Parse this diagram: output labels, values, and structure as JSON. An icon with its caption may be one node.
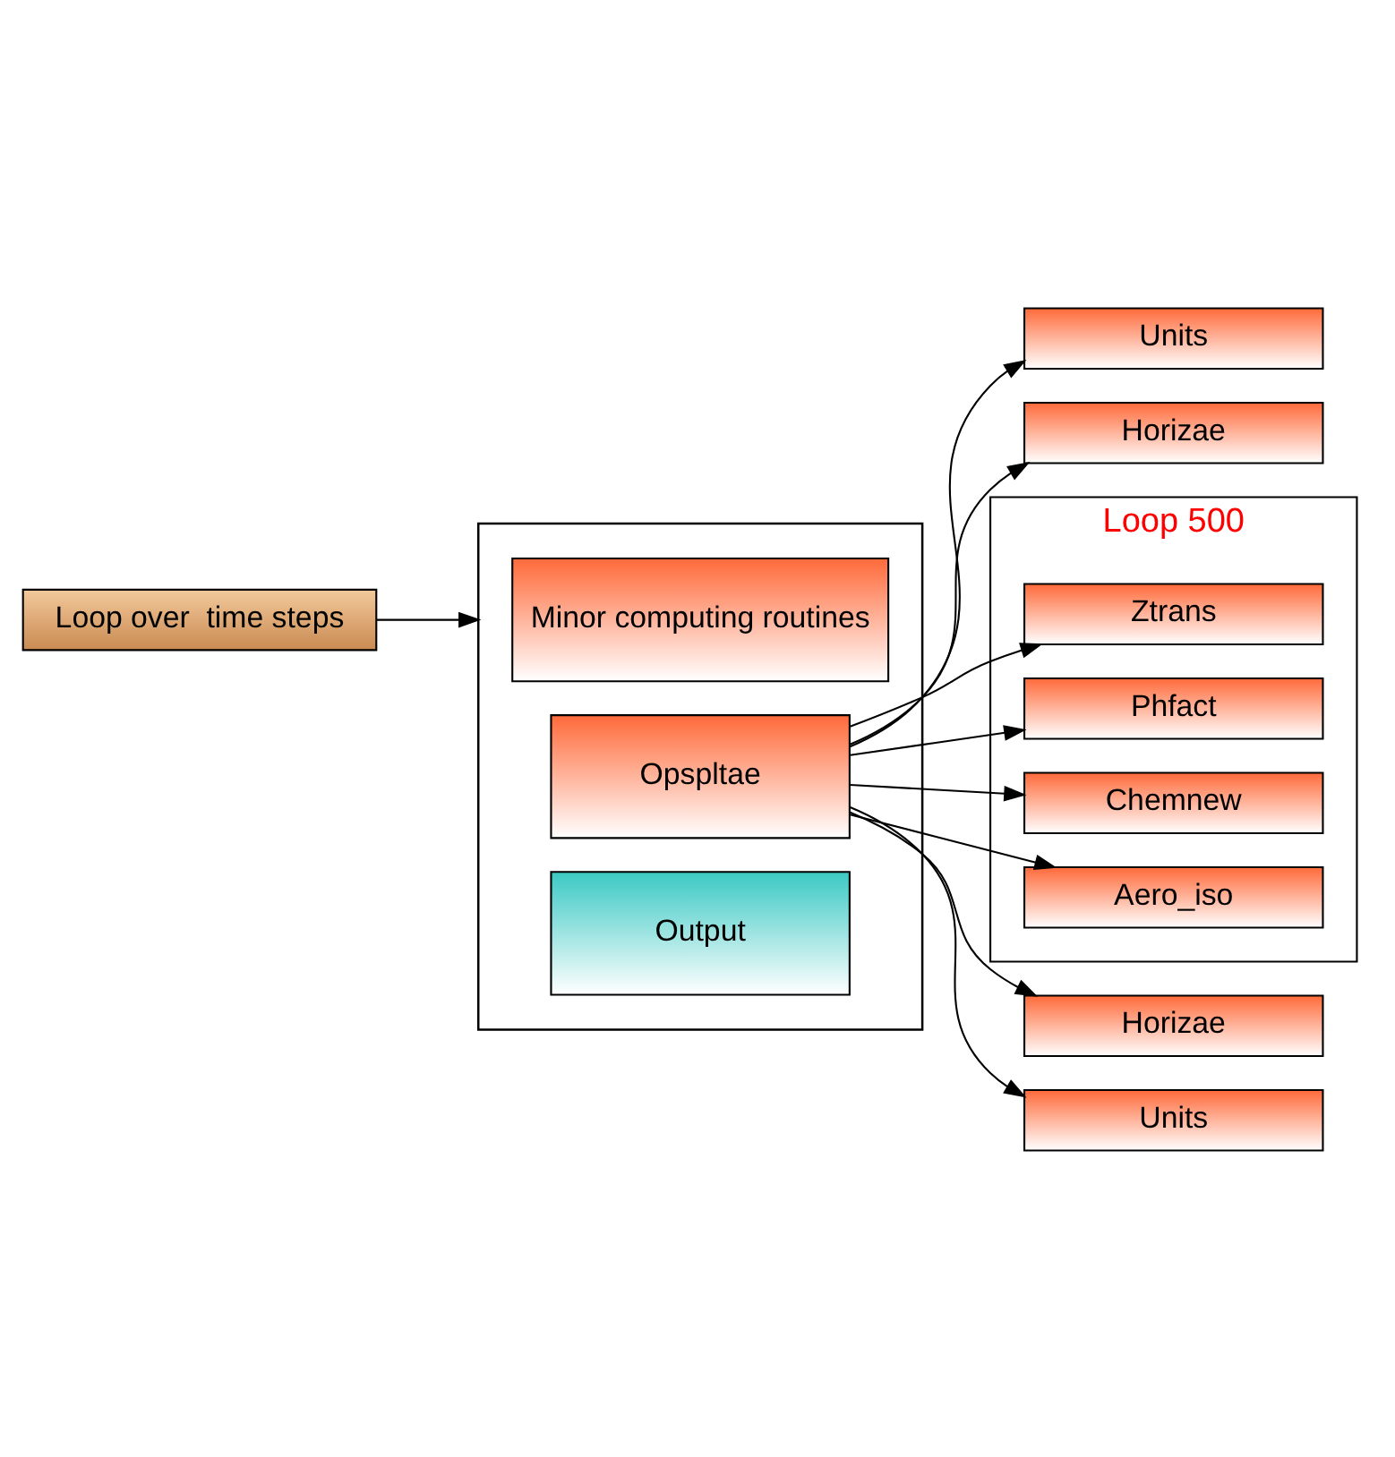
{
  "diagram": {
    "nodes": [
      {
        "text": [
          "Loop over  time steps"
        ]
      },
      {
        "text": [],
        "shape": "box"
      },
      {
        "text": [
          "Minor computing routines"
        ],
        "in": 1
      },
      {
        "text": [
          "Opspltae"
        ],
        "in": 1
      },
      {
        "text": [
          "Output"
        ],
        "in": 1
      },
      {
        "text": [
          "Units"
        ]
      },
      {
        "text": [
          "Horizae"
        ]
      },
      {
        "text": [
          "Loop 500"
        ]
      },
      {
        "text": [
          "Ztrans"
        ],
        "in": 7
      },
      {
        "text": [
          "Phfact"
        ],
        "in": 7
      },
      {
        "text": [
          "Chemnew"
        ],
        "in": 7
      },
      {
        "text": [
          "Aero_iso"
        ],
        "in": 7
      },
      {
        "text": [
          "Horizae"
        ]
      },
      {
        "text": [
          "Units"
        ]
      }
    ],
    "edges": [
      {
        "from": 0,
        "to": 1,
        "arrow": "to"
      },
      {
        "from": 3,
        "to": 5,
        "arrow": "to"
      },
      {
        "from": 3,
        "to": 6,
        "arrow": "to"
      },
      {
        "from": 3,
        "to": 8,
        "arrow": "to"
      },
      {
        "from": 3,
        "to": 9,
        "arrow": "to"
      },
      {
        "from": 3,
        "to": 10,
        "arrow": "to"
      },
      {
        "from": 3,
        "to": 11,
        "arrow": "to"
      },
      {
        "from": 3,
        "to": 12,
        "arrow": "to"
      },
      {
        "from": 3,
        "to": 13,
        "arrow": "to"
      }
    ]
  }
}
